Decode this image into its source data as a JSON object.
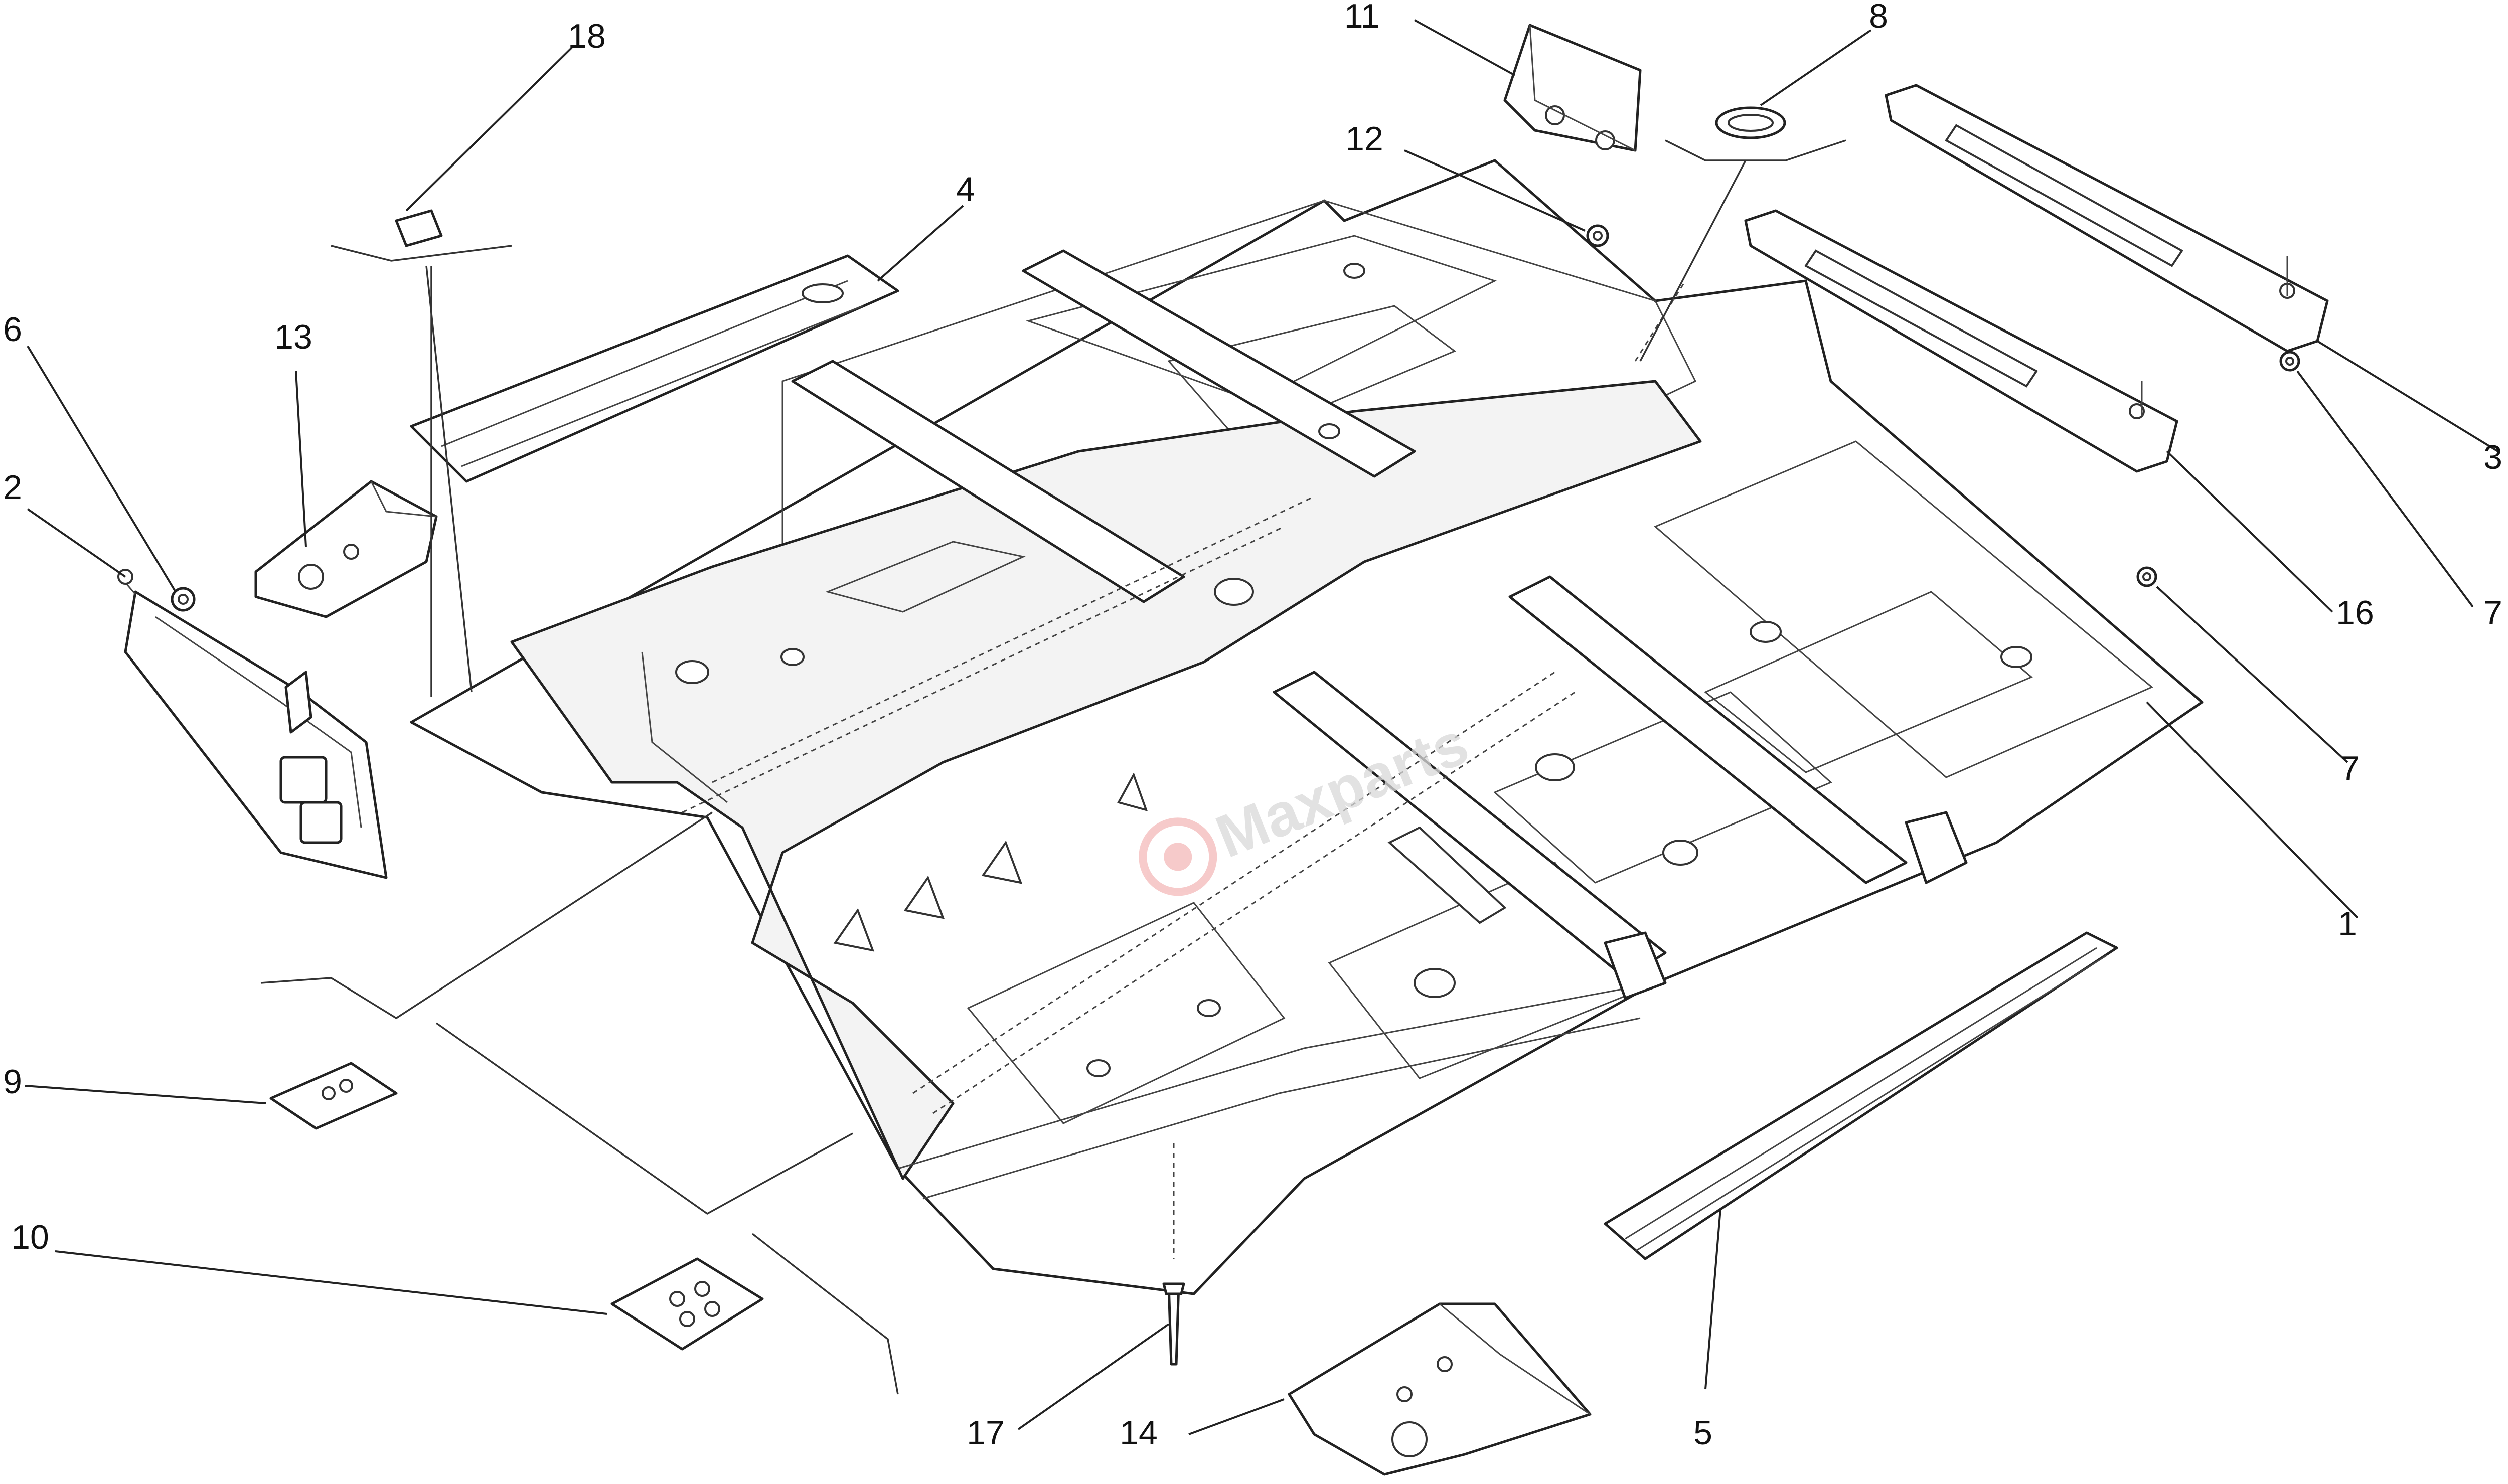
{
  "callouts": [
    {
      "id": "c1",
      "label": "1"
    },
    {
      "id": "c2",
      "label": "2"
    },
    {
      "id": "c3",
      "label": "3"
    },
    {
      "id": "c4",
      "label": "4"
    },
    {
      "id": "c5",
      "label": "5"
    },
    {
      "id": "c6",
      "label": "6"
    },
    {
      "id": "c7a",
      "label": "7"
    },
    {
      "id": "c7b",
      "label": "7"
    },
    {
      "id": "c8",
      "label": "8"
    },
    {
      "id": "c9",
      "label": "9"
    },
    {
      "id": "c10",
      "label": "10"
    },
    {
      "id": "c11",
      "label": "11"
    },
    {
      "id": "c12",
      "label": "12"
    },
    {
      "id": "c13",
      "label": "13"
    },
    {
      "id": "c14",
      "label": "14"
    },
    {
      "id": "c16",
      "label": "16"
    },
    {
      "id": "c17",
      "label": "17"
    },
    {
      "id": "c18",
      "label": "18"
    }
  ],
  "watermark": {
    "text": "Maxparts",
    "colors": {
      "logo": "#f4b9b9",
      "text": "#d9d9d9"
    }
  },
  "colors": {
    "line": "#222222",
    "background": "#ffffff"
  }
}
